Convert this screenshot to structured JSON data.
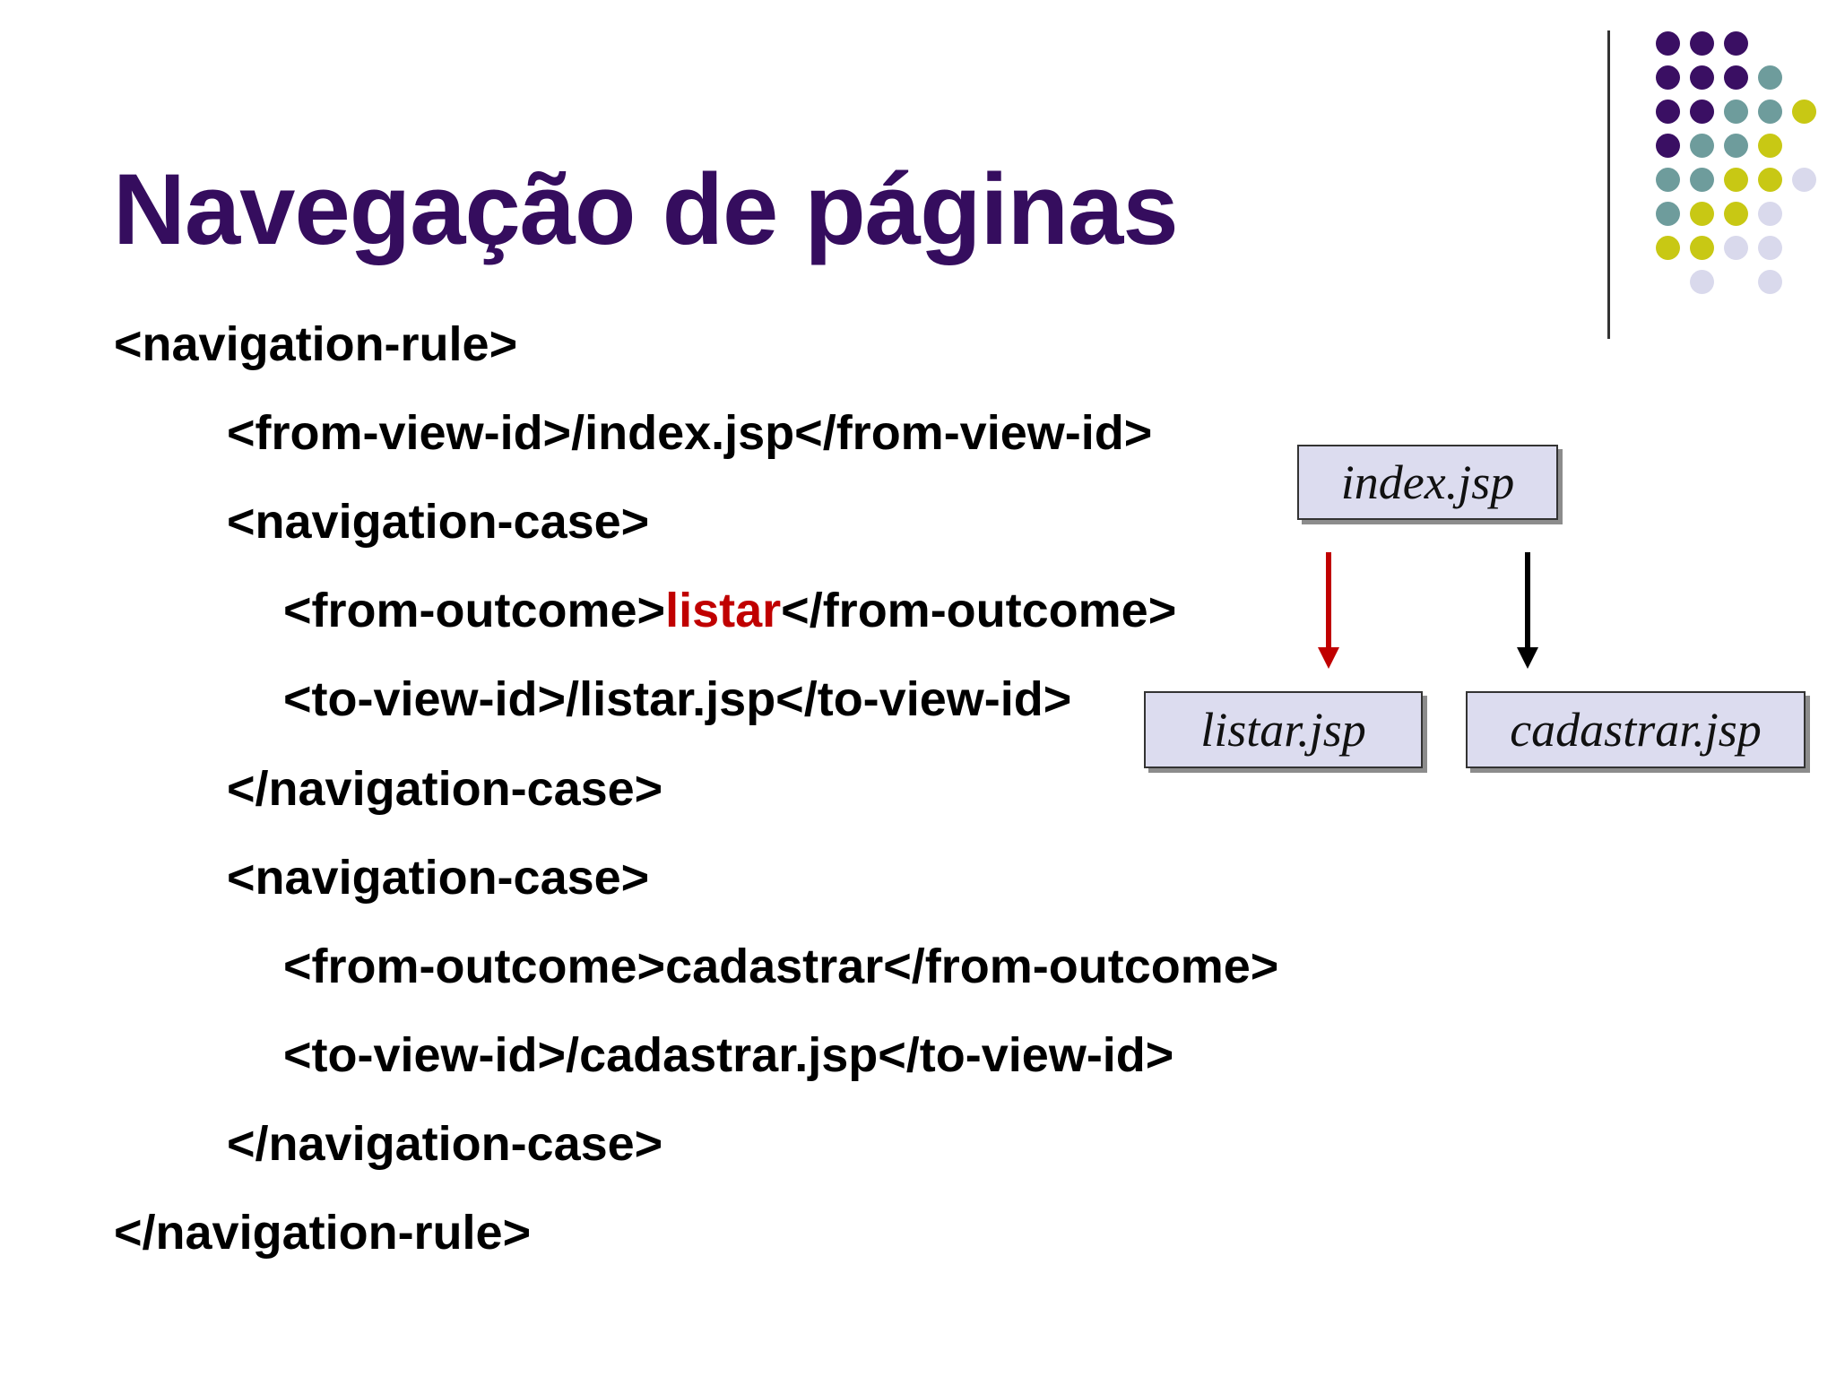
{
  "slide": {
    "title": "Navegação de páginas"
  },
  "code": {
    "lines": [
      {
        "indent": 0,
        "text": "<navigation-rule>"
      },
      {
        "indent": 1,
        "text": "<from-view-id>/index.jsp</from-view-id>"
      },
      {
        "indent": 1,
        "text": "<navigation-case>"
      },
      {
        "indent": 2,
        "pre": "<from-outcome>",
        "highlight": "listar",
        "post": "</from-outcome>"
      },
      {
        "indent": 2,
        "text": "<to-view-id>/listar.jsp</to-view-id>"
      },
      {
        "indent": 1,
        "text": "</navigation-case>"
      },
      {
        "indent": 1,
        "text": "<navigation-case>"
      },
      {
        "indent": 2,
        "text": "<from-outcome>cadastrar</from-outcome>"
      },
      {
        "indent": 2,
        "text": "<to-view-id>/cadastrar.jsp</to-view-id>"
      },
      {
        "indent": 1,
        "text": "</navigation-case>"
      },
      {
        "indent": 0,
        "text": "</navigation-rule>"
      }
    ]
  },
  "diagram": {
    "source_box": "index.jsp",
    "target_box_left": "listar.jsp",
    "target_box_right": "cadastrar.jsp"
  },
  "colors": {
    "title": "#350d5e",
    "highlight": "#c00000",
    "box_fill": "#dcdcef",
    "arrow_active": "#c00000",
    "arrow_default": "#000000",
    "dot_purple": "#3a0f63",
    "dot_teal": "#6e9c9c",
    "dot_lime": "#c8c814",
    "dot_lavender": "#d9d9ec"
  }
}
